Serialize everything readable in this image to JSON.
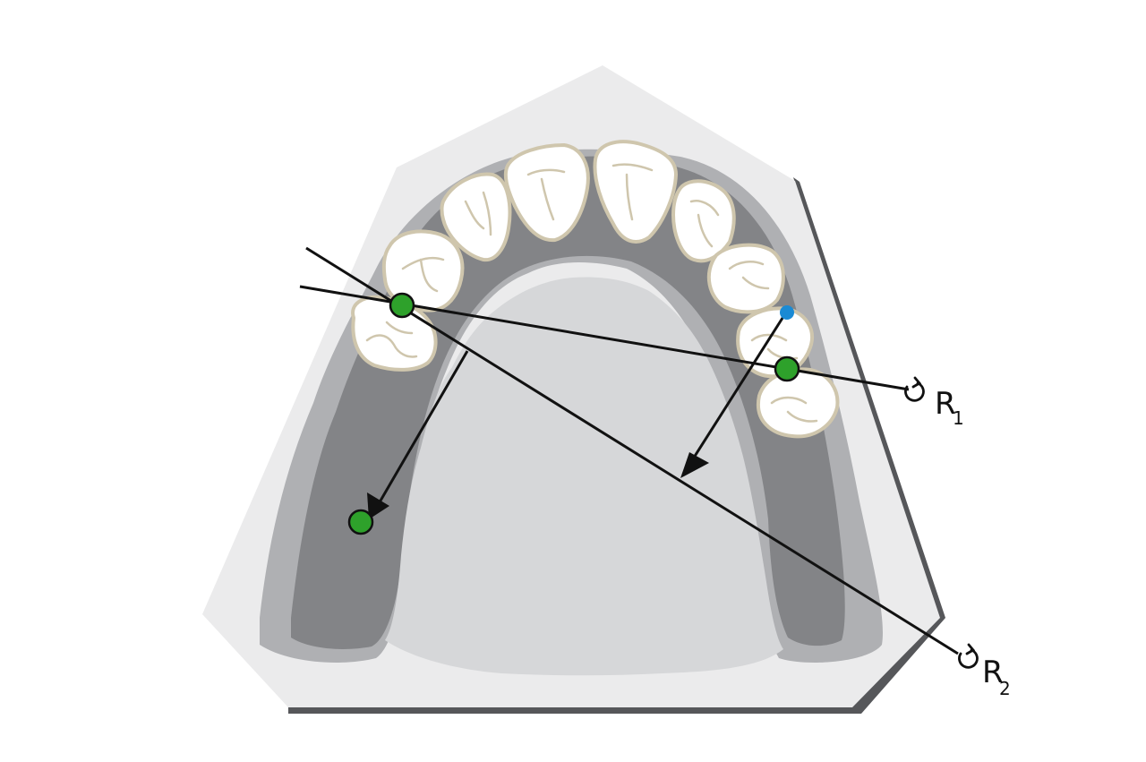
{
  "labels": {
    "r1_main": "R",
    "r1_sub": "1",
    "r2_main": "R",
    "r2_sub": "2"
  },
  "icons": {
    "r1": "rotation-arrow-icon",
    "r2": "rotation-arrow-icon",
    "landmark": "landmark-dot-icon"
  },
  "colors": {
    "background": "#ffffff",
    "model_base": "#ebebec",
    "base_shadow": "#56575a",
    "gum_outer": "#afb0b3",
    "gum_inner": "#838487",
    "palate": "#d6d7d9",
    "tooth_fill": "#ffffff",
    "tooth_outline": "#cfc6ad",
    "line": "#111111",
    "landmark_green": "#2ea12b",
    "landmark_blue": "#1a8ad4"
  }
}
